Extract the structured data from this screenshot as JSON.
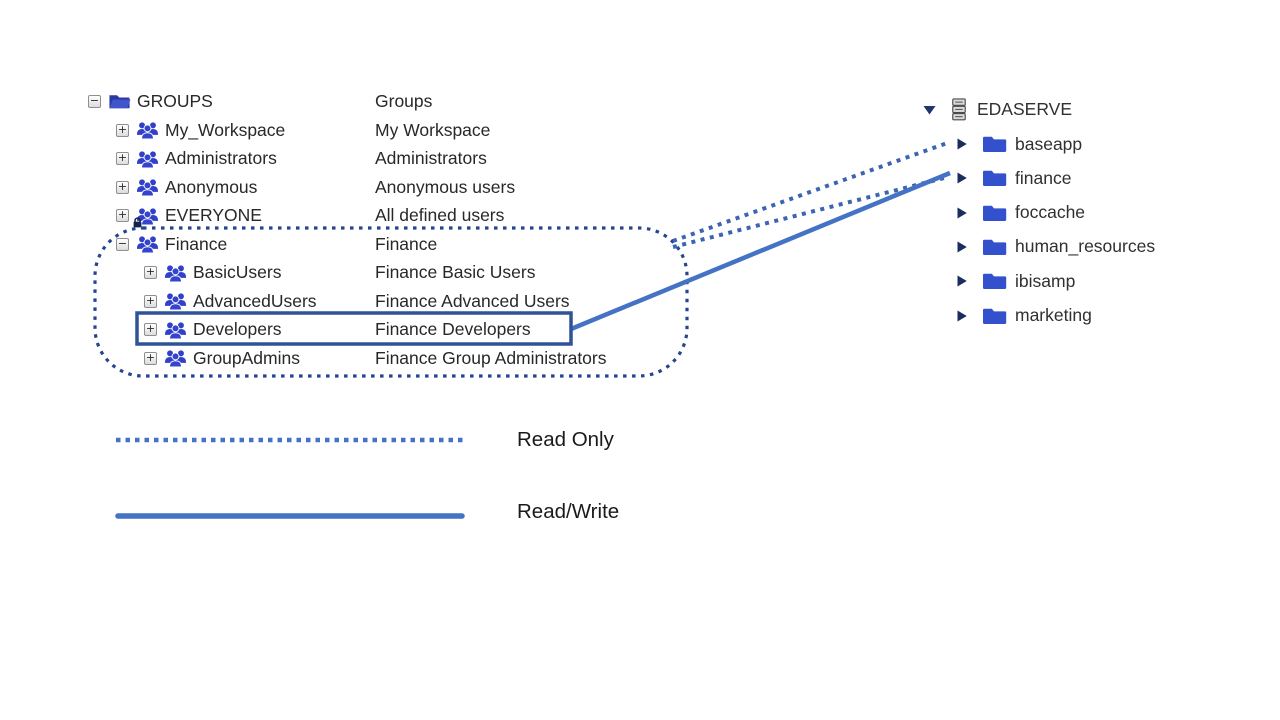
{
  "left_tree": {
    "rows": [
      {
        "name": "GROUPS",
        "desc": "Groups",
        "expander": "−"
      },
      {
        "name": "My_Workspace",
        "desc": "My Workspace",
        "expander": "+"
      },
      {
        "name": "Administrators",
        "desc": "Administrators",
        "expander": "+"
      },
      {
        "name": "Anonymous",
        "desc": "Anonymous users",
        "expander": "+"
      },
      {
        "name": "EVERYONE",
        "desc": "All defined users",
        "expander": "+"
      },
      {
        "name": "Finance",
        "desc": "Finance",
        "expander": "−"
      },
      {
        "name": "BasicUsers",
        "desc": "Finance Basic Users",
        "expander": "+"
      },
      {
        "name": "AdvancedUsers",
        "desc": "Finance Advanced Users",
        "expander": "+"
      },
      {
        "name": "Developers",
        "desc": "Finance Developers",
        "expander": "+"
      },
      {
        "name": "GroupAdmins",
        "desc": "Finance Group Administrators",
        "expander": "+"
      }
    ]
  },
  "right_tree": {
    "server_name": "EDASERVE",
    "folders": [
      {
        "label": "baseapp"
      },
      {
        "label": "finance"
      },
      {
        "label": "foccache"
      },
      {
        "label": "human_resources"
      },
      {
        "label": "ibisamp"
      },
      {
        "label": "marketing"
      }
    ]
  },
  "legend": {
    "read_only_label": "Read Only",
    "read_write_label": "Read/Write"
  },
  "connections": [
    {
      "from": "Finance",
      "to": "baseapp",
      "access": "Read Only",
      "style": "dotted"
    },
    {
      "from": "Finance",
      "to": "finance",
      "access": "Read Only",
      "style": "dotted"
    },
    {
      "from": "Developers",
      "to": "finance",
      "access": "Read/Write",
      "style": "solid"
    }
  ],
  "colors": {
    "accent_blue": "#4472c4",
    "dotted_connector": "#3d64b2",
    "scope_outline_navy": "#26458f",
    "highlight_box": "#2f5496",
    "group_icon_blue": "#3140c8",
    "folder_blue": "#3351cc",
    "triangle_navy": "#1b2d5e"
  }
}
